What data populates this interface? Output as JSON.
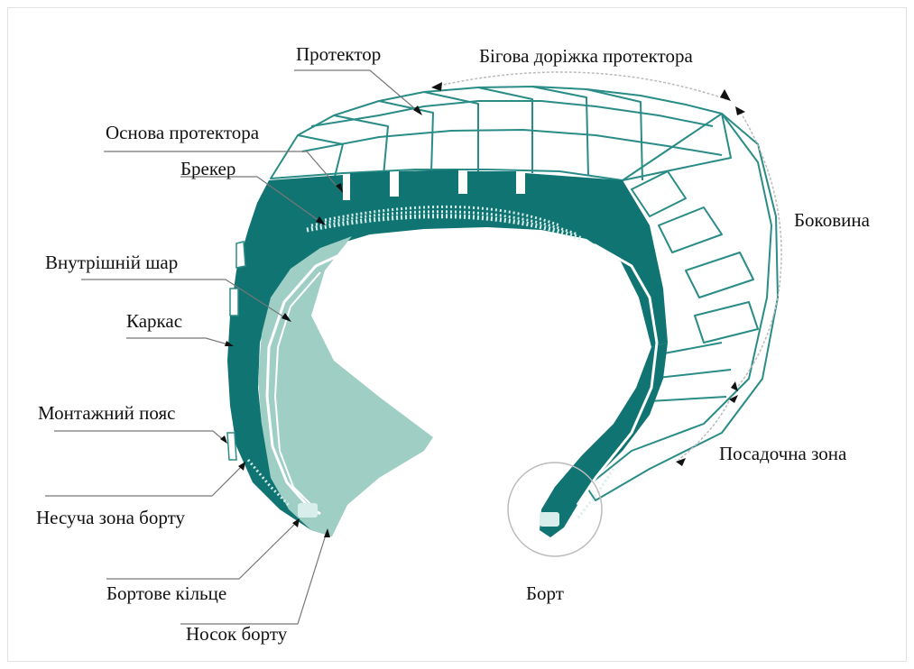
{
  "colors": {
    "teal": "#0f7472",
    "teal_light": "#9fcfc4",
    "outline": "#2a8c86",
    "leader": "#777777",
    "arc": "#bbbbbb"
  },
  "labels": {
    "tread": "Протектор",
    "tread_track": "Бігова доріжка протектора",
    "tread_base": "Основа протектора",
    "breaker": "Брекер",
    "inner_layer": "Внутрішній шар",
    "carcass": "Каркас",
    "mounting_belt": "Монтажний пояс",
    "bead_load_zone": "Несуча зона борту",
    "bead_ring": "Бортове кільце",
    "bead_toe": "Носок борту",
    "sidewall": "Боковина",
    "seating_zone": "Посадочна зона",
    "bead": "Борт"
  }
}
